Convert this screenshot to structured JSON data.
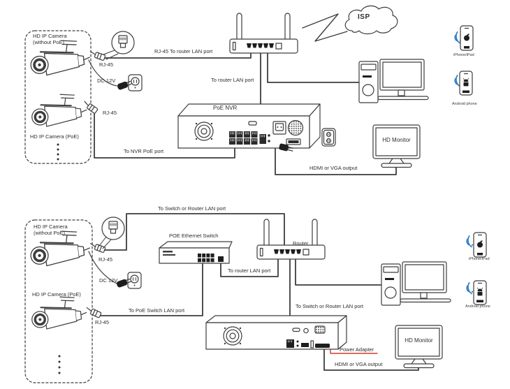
{
  "top": {
    "camera1_line1": "HD IP Camera",
    "camera1_line2": "(without PoE)",
    "rj45_cam1": "RJ-45",
    "dc12v": "DC 12V",
    "camera2": "HD IP Camera (PoE)",
    "rj45_cam2": "RJ-45",
    "rj45_to_router_lan": "RJ-45 To router LAN port",
    "to_router_lan": "To router LAN port",
    "isp": "ISP",
    "nvr_title": "PoE NVR",
    "to_nvr_poe": "To NVR PoE port",
    "hdmi_vga_output": "HDMI or VGA output",
    "monitor": "HD Monitor",
    "iphone_caption": "iPhone/iPad",
    "android_caption": "Android phone"
  },
  "bottom": {
    "camera1_line1": "HD IP Camera",
    "camera1_line2": "(without PoE)",
    "rj45_cam1": "RJ-45",
    "dc12v": "DC 12V",
    "camera2": "HD IP Camera (PoE)",
    "rj45_cam2": "RJ-45",
    "to_switch_or_router_top": "To Switch or Router LAN port",
    "switch_title": "POE Ethernet Switch",
    "to_router_lan": "To router LAN port",
    "router_title": "Router",
    "to_poe_switch_lan": "To PoE Switch LAN port",
    "to_switch_or_router_mid": "To Switch or Router LAN port",
    "power_adapter": "Power Adapter",
    "hdmi_vga_output": "HDMI or VGA output",
    "monitor": "HD Monitor",
    "iphone_caption": "iPhone/iPad",
    "android_caption": "Android phone"
  },
  "colors": {
    "line": "#3d3d3d",
    "wifi_blue": "#2e7ec7",
    "annotation_red": "#d43c2a"
  }
}
